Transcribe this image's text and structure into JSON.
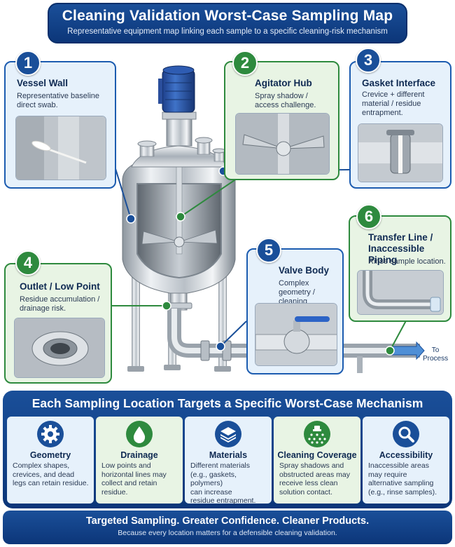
{
  "header": {
    "title": "Cleaning Validation Worst-Case Sampling Map",
    "subtitle": "Representative equipment map linking each sample to a specific cleaning-risk mechanism"
  },
  "locations": [
    {
      "number": "1",
      "title": "Vessel Wall",
      "description": [
        "Representative baseline",
        "direct swab."
      ],
      "color": "blue"
    },
    {
      "number": "2",
      "title": "Agitator Hub",
      "description": [
        "Spray shadow /",
        "access challenge."
      ],
      "color": "green"
    },
    {
      "number": "3",
      "title": "Gasket Interface",
      "description": [
        "Crevice + different",
        "material / residue",
        "entrapment."
      ],
      "color": "blue"
    },
    {
      "number": "4",
      "title": "Outlet / Low Point",
      "description": [
        "Residue accumulation /",
        "drainage risk."
      ],
      "color": "green"
    },
    {
      "number": "5",
      "title": "Valve Body",
      "description": [
        "Complex geometry /",
        "cleaning challenge."
      ],
      "color": "blue"
    },
    {
      "number": "6",
      "title": [
        "Transfer Line /",
        "Inaccessible Piping"
      ],
      "description": [
        "Rinse sample location."
      ],
      "color": "green"
    }
  ],
  "flow_label": [
    "To",
    "Process"
  ],
  "mechanisms_section": {
    "title": "Each Sampling Location Targets a Specific Worst-Case Mechanism",
    "items": [
      {
        "icon": "gear-icon",
        "title": "Geometry",
        "description": [
          "Complex shapes,",
          "crevices, and dead",
          "legs can retain residue."
        ],
        "color": "blue"
      },
      {
        "icon": "water-drop-icon",
        "title": "Drainage",
        "description": [
          "Low points and",
          "horizontal lines may",
          "collect and retain",
          "residue."
        ],
        "color": "green"
      },
      {
        "icon": "layers-icon",
        "title": "Materials",
        "description": [
          "Different materials",
          "(e.g., gaskets, polymers)",
          "can increase",
          "residue entrapment."
        ],
        "color": "blue"
      },
      {
        "icon": "spray-nozzle-icon",
        "title": "Cleaning Coverage",
        "description": [
          "Spray shadows and",
          "obstructed areas may",
          "receive less clean",
          "solution contact."
        ],
        "color": "green"
      },
      {
        "icon": "magnifier-icon",
        "title": "Accessibility",
        "description": [
          "Inaccessible areas",
          "may require",
          "alternative sampling",
          "(e.g., rinse samples)."
        ],
        "color": "blue"
      }
    ]
  },
  "footer": {
    "title": "Targeted Sampling. Greater Confidence. Cleaner Products.",
    "subtitle": "Because every location matters for a defensible cleaning validation."
  },
  "colors": {
    "navy": "#1a4f99",
    "green": "#2e8a3e",
    "light_blue": "#e6f1fb",
    "light_green": "#e8f4e4"
  }
}
